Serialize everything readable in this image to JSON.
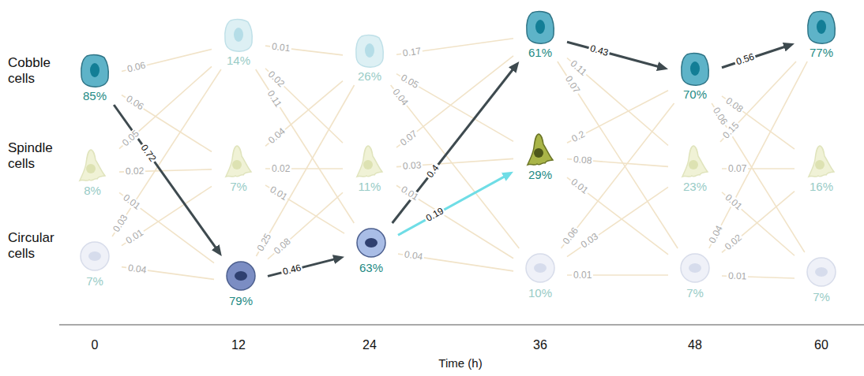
{
  "diagram": {
    "nodes": [
      {
        "text": [
          "85%"
        ]
      },
      {
        "text": [
          "8%"
        ]
      },
      {
        "text": [
          "7%"
        ]
      },
      {
        "text": [
          "14%"
        ]
      },
      {
        "text": [
          "7%"
        ]
      },
      {
        "text": [
          "79%"
        ]
      },
      {
        "text": [
          "26%"
        ]
      },
      {
        "text": [
          "11%"
        ]
      },
      {
        "text": [
          "63%"
        ]
      },
      {
        "text": [
          "61%"
        ]
      },
      {
        "text": [
          "29%"
        ]
      },
      {
        "text": [
          "10%"
        ]
      },
      {
        "text": [
          "70%"
        ]
      },
      {
        "text": [
          "23%"
        ]
      },
      {
        "text": [
          "7%"
        ]
      },
      {
        "text": [
          "77%"
        ]
      },
      {
        "text": [
          "16%"
        ]
      },
      {
        "text": [
          "7%"
        ]
      }
    ],
    "edges": [
      {
        "from": 0,
        "to": 3,
        "arrow": "none",
        "label": "0.06"
      },
      {
        "from": 0,
        "to": 4,
        "arrow": "none",
        "label": "0.06"
      },
      {
        "from": 0,
        "to": 5,
        "arrow": "to",
        "label": "0.72"
      },
      {
        "from": 1,
        "to": 3,
        "arrow": "none",
        "label": "0.05"
      },
      {
        "from": 1,
        "to": 4,
        "arrow": "none",
        "label": "0.02"
      },
      {
        "from": 1,
        "to": 5,
        "arrow": "none",
        "label": "0.01"
      },
      {
        "from": 2,
        "to": 3,
        "arrow": "none",
        "label": "0.03"
      },
      {
        "from": 2,
        "to": 4,
        "arrow": "none",
        "label": "0.01"
      },
      {
        "from": 2,
        "to": 5,
        "arrow": "none",
        "label": "0.04"
      },
      {
        "from": 3,
        "to": 6,
        "arrow": "none",
        "label": "0.01"
      },
      {
        "from": 3,
        "to": 7,
        "arrow": "none",
        "label": "0.02"
      },
      {
        "from": 3,
        "to": 8,
        "arrow": "none",
        "label": "0.11"
      },
      {
        "from": 4,
        "to": 6,
        "arrow": "none",
        "label": "0.04"
      },
      {
        "from": 4,
        "to": 7,
        "arrow": "none",
        "label": "0.02"
      },
      {
        "from": 4,
        "to": 8,
        "arrow": "none",
        "label": "0.01"
      },
      {
        "from": 5,
        "to": 6,
        "arrow": "none",
        "label": "0.25"
      },
      {
        "from": 5,
        "to": 7,
        "arrow": "none",
        "label": "0.08"
      },
      {
        "from": 5,
        "to": 8,
        "arrow": "to",
        "label": "0.46"
      },
      {
        "from": 6,
        "to": 9,
        "arrow": "none",
        "label": "0.17"
      },
      {
        "from": 6,
        "to": 10,
        "arrow": "none",
        "label": "0.05"
      },
      {
        "from": 6,
        "to": 11,
        "arrow": "none",
        "label": "0.04"
      },
      {
        "from": 7,
        "to": 9,
        "arrow": "none",
        "label": "0.07"
      },
      {
        "from": 7,
        "to": 10,
        "arrow": "none",
        "label": "0.03"
      },
      {
        "from": 7,
        "to": 11,
        "arrow": "none",
        "label": "0.01"
      },
      {
        "from": 8,
        "to": 9,
        "arrow": "to",
        "label": "0.4"
      },
      {
        "from": 8,
        "to": 10,
        "arrow": "to",
        "label": "0.19"
      },
      {
        "from": 8,
        "to": 11,
        "arrow": "none",
        "label": "0.04"
      },
      {
        "from": 9,
        "to": 12,
        "arrow": "to",
        "label": "0.43"
      },
      {
        "from": 9,
        "to": 13,
        "arrow": "none",
        "label": "0.11"
      },
      {
        "from": 9,
        "to": 14,
        "arrow": "none",
        "label": "0.07"
      },
      {
        "from": 10,
        "to": 12,
        "arrow": "none",
        "label": "0.2"
      },
      {
        "from": 10,
        "to": 13,
        "arrow": "none",
        "label": "0.08"
      },
      {
        "from": 10,
        "to": 14,
        "arrow": "none",
        "label": "0.01"
      },
      {
        "from": 11,
        "to": 12,
        "arrow": "none",
        "label": "0.06"
      },
      {
        "from": 11,
        "to": 13,
        "arrow": "none",
        "label": "0.03"
      },
      {
        "from": 11,
        "to": 14,
        "arrow": "none",
        "label": "0.01"
      },
      {
        "from": 12,
        "to": 15,
        "arrow": "to",
        "label": "0.56"
      },
      {
        "from": 12,
        "to": 16,
        "arrow": "none",
        "label": "0.08"
      },
      {
        "from": 12,
        "to": 17,
        "arrow": "none",
        "label": "0.06"
      },
      {
        "from": 13,
        "to": 15,
        "arrow": "none",
        "label": "0.15"
      },
      {
        "from": 13,
        "to": 16,
        "arrow": "none",
        "label": "0.07"
      },
      {
        "from": 13,
        "to": 17,
        "arrow": "none",
        "label": "0.01"
      },
      {
        "from": 14,
        "to": 15,
        "arrow": "none",
        "label": "0.04"
      },
      {
        "from": 14,
        "to": 16,
        "arrow": "none",
        "label": "0.02"
      },
      {
        "from": 14,
        "to": 17,
        "arrow": "none",
        "label": "0.01"
      }
    ],
    "labels": [
      "Cobble cells",
      "Spindle cells",
      "Circular cells",
      "0",
      "12",
      "24",
      "36",
      "48",
      "60",
      "Time (h)"
    ]
  }
}
